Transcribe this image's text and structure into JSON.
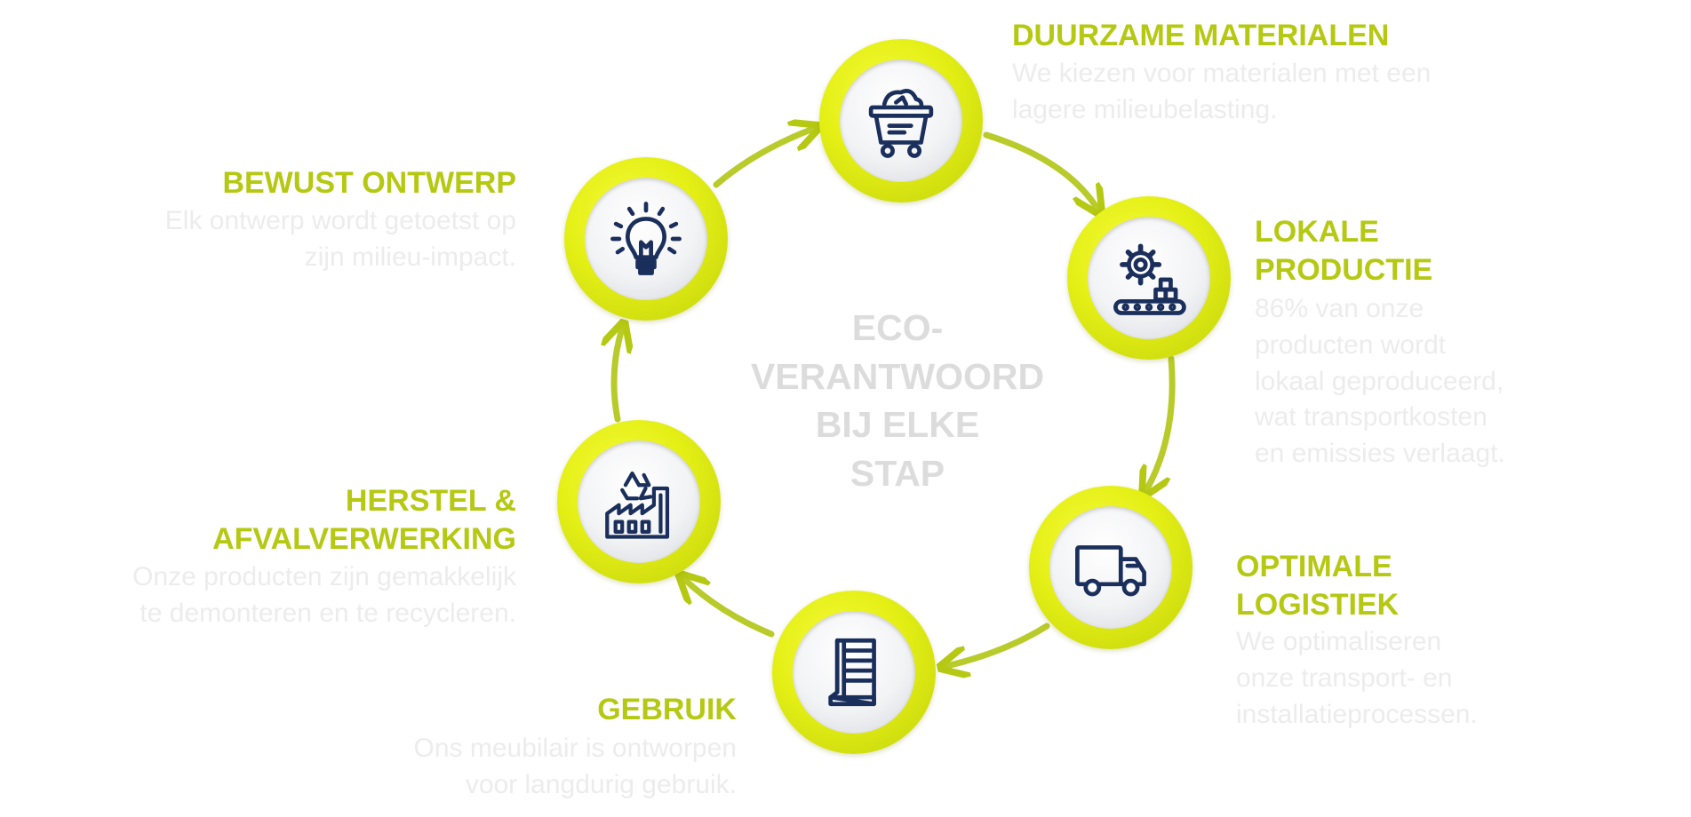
{
  "center": {
    "lines": [
      "ECO-",
      "VERANTWOORD",
      "BIJ ELKE",
      "STAP"
    ]
  },
  "colors": {
    "accent": "#b5c812",
    "ring_yellow": "#e4ef15",
    "icon_navy": "#1b2f5c",
    "muted_text": "#ececec"
  },
  "steps": [
    {
      "icon": "mine-cart-icon",
      "title_lines": [
        "DUURZAME MATERIALEN"
      ],
      "desc_lines": [
        "We kiezen voor materialen met een",
        "lagere milieubelasting."
      ]
    },
    {
      "icon": "conveyor-gear-icon",
      "title_lines": [
        "LOKALE",
        "PRODUCTIE"
      ],
      "desc_lines": [
        "86% van onze",
        "producten wordt",
        "lokaal geproduceerd,",
        "wat transportkosten",
        "en emissies verlaagt."
      ]
    },
    {
      "icon": "delivery-truck-icon",
      "title_lines": [
        "OPTIMALE",
        "LOGISTIEK"
      ],
      "desc_lines": [
        "We optimaliseren",
        "onze transport- en",
        "installatieprocessen."
      ]
    },
    {
      "icon": "display-cabinet-icon",
      "title_lines": [
        "GEBRUIK"
      ],
      "desc_lines": [
        "Ons meubilair is ontworpen",
        "voor langdurig gebruik."
      ]
    },
    {
      "icon": "recycling-factory-icon",
      "title_lines": [
        "HERSTEL &",
        "AFVALVERWERKING"
      ],
      "desc_lines": [
        "Onze producten zijn gemakkelijk",
        "te demonteren en te recycleren."
      ]
    },
    {
      "icon": "light-bulb-icon",
      "title_lines": [
        "BEWUST ONTWERP"
      ],
      "desc_lines": [
        "Elk ontwerp wordt getoetst op",
        "zijn milieu-impact."
      ]
    }
  ]
}
